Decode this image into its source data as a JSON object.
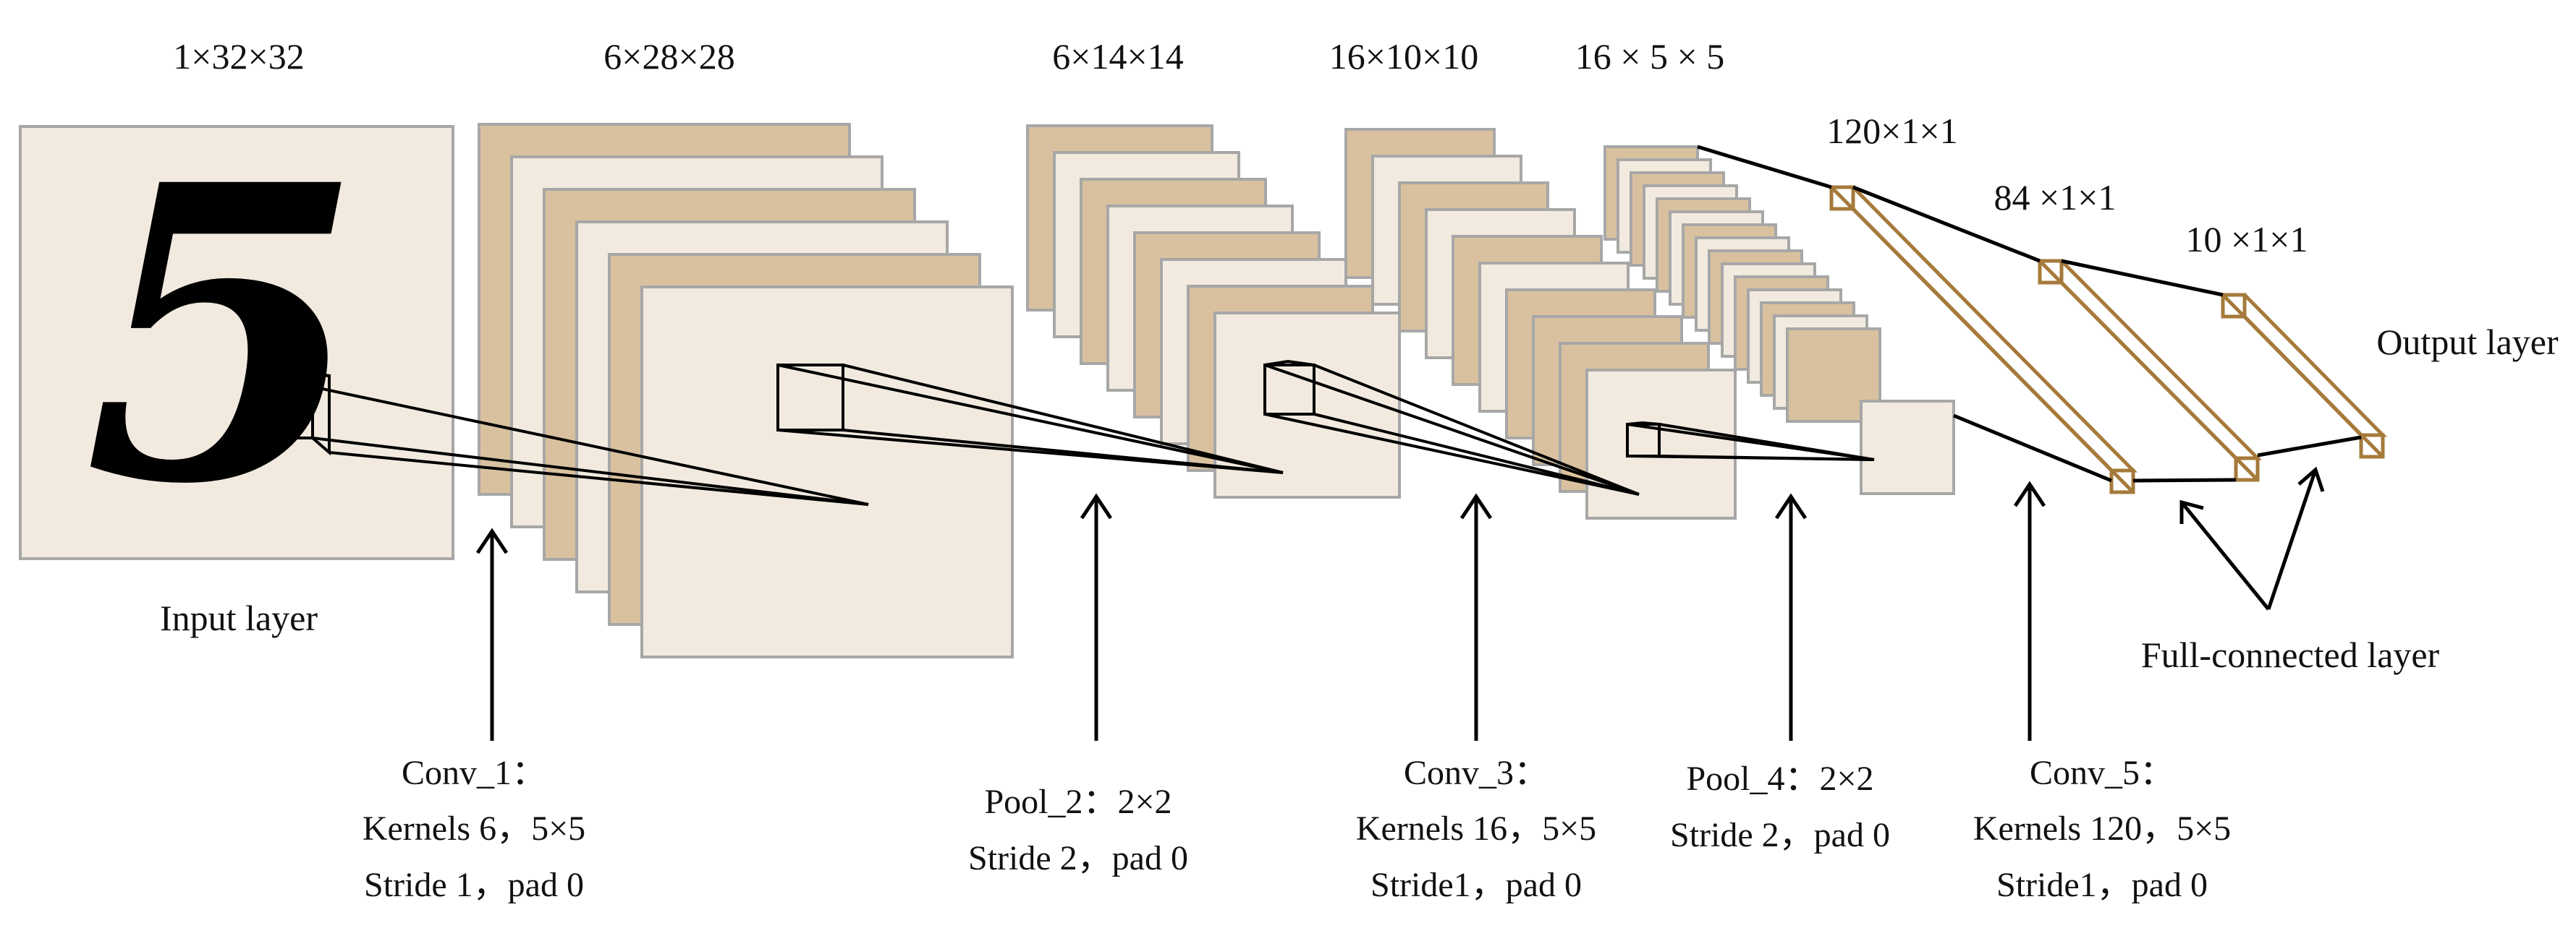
{
  "colors": {
    "light_fill": "#F2EADF",
    "tan_fill": "#D9C19F",
    "map_border": "#A7A7A7",
    "fc_outline": "#A57A3A",
    "line": "#000000"
  },
  "dims": {
    "input": "1×32×32",
    "c1": "6×28×28",
    "s2": "6×14×14",
    "c3": "16×10×10",
    "s4": "16 × 5 × 5",
    "f5": "120×1×1",
    "f6": "84 ×1×1",
    "output": "10 ×1×1"
  },
  "labels": {
    "input_layer": "Input layer",
    "output_layer": "Output layer",
    "fc_layer": "Full-connected layer"
  },
  "ops": {
    "conv1": {
      "line1": "Conv_1：",
      "line2": "Kernels 6，5×5",
      "line3": "Stride 1，pad 0"
    },
    "pool2": {
      "line1": "Pool_2：2×2",
      "line2": "Stride 2，pad 0"
    },
    "conv3": {
      "line1": "Conv_3：",
      "line2": "Kernels 16，5×5",
      "line3": "Stride1，pad 0"
    },
    "pool4": {
      "line1": "Pool_4：2×2",
      "line2": "Stride 2，pad 0"
    },
    "conv5": {
      "line1": "Conv_5：",
      "line2": "Kernels 120，5×5",
      "line3": "Stride1，pad 0"
    }
  },
  "input_digit": "5"
}
